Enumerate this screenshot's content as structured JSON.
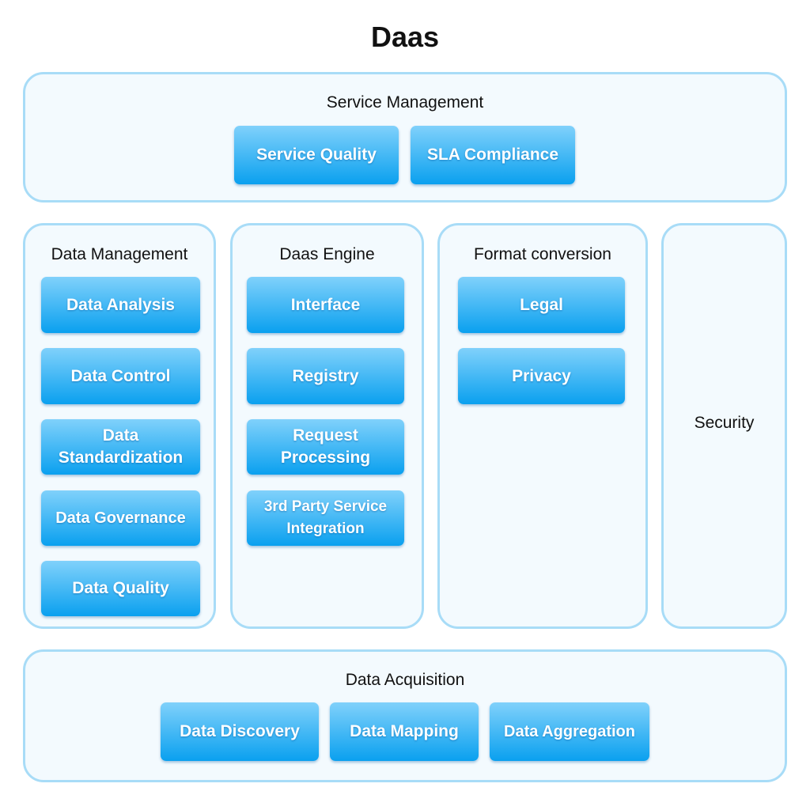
{
  "title": "Daas",
  "service_management": {
    "label": "Service Management",
    "items": [
      "Service Quality",
      "SLA Compliance"
    ]
  },
  "data_management": {
    "label": "Data Management",
    "items": [
      "Data Analysis",
      "Data Control",
      "Data Standardization",
      "Data Governance",
      "Data Quality"
    ]
  },
  "daas_engine": {
    "label": "Daas Engine",
    "items": [
      "Interface",
      "Registry",
      "Request Processing",
      "3rd Party Service Integration"
    ]
  },
  "format_conversion": {
    "label": "Format conversion",
    "items": [
      "Legal",
      "Privacy"
    ]
  },
  "security": {
    "label": "Security"
  },
  "data_acquisition": {
    "label": "Data Acquisition",
    "items": [
      "Data Discovery",
      "Data Mapping",
      "Data Aggregation"
    ]
  },
  "colors": {
    "container_bg": "#f3fafe",
    "container_border": "#a8dcf7",
    "button_top": "#80d1fb",
    "button_bottom": "#0aa0ef"
  }
}
